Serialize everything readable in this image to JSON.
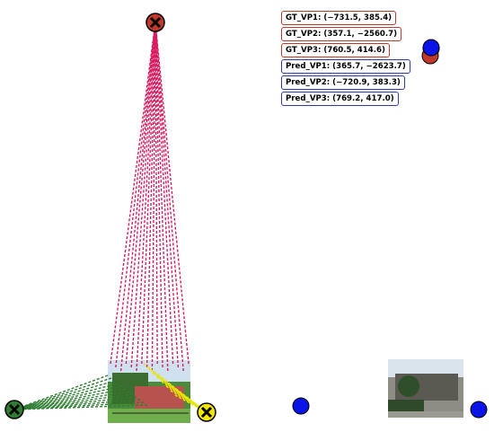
{
  "legend": {
    "gt_vp1": "GT_VP1: (−731.5, 385.4)",
    "gt_vp2": "GT_VP2: (357.1, −2560.7)",
    "gt_vp3": "GT_VP3: (760.5, 414.6)",
    "pred_vp1": "Pred_VP1: (365.7, −2623.7)",
    "pred_vp2": "Pred_VP2: (−720.9, 383.3)",
    "pred_vp3": "Pred_VP3: (769.2, 417.0)"
  },
  "colors": {
    "gt_marker": "#c0392b",
    "pred_marker": "#0a14e6",
    "vertical_lines": "#d81b60",
    "left_lines": "#2e7d32",
    "right_lines": "#e6e600",
    "vp_vertical_x": "#c0392b",
    "vp_left_x": "#2e7d32",
    "vp_right_x": "#f2e600"
  },
  "icons": {
    "vp_marker_shape": "x-cross-icon",
    "pred_marker_shape": "circle-icon"
  }
}
